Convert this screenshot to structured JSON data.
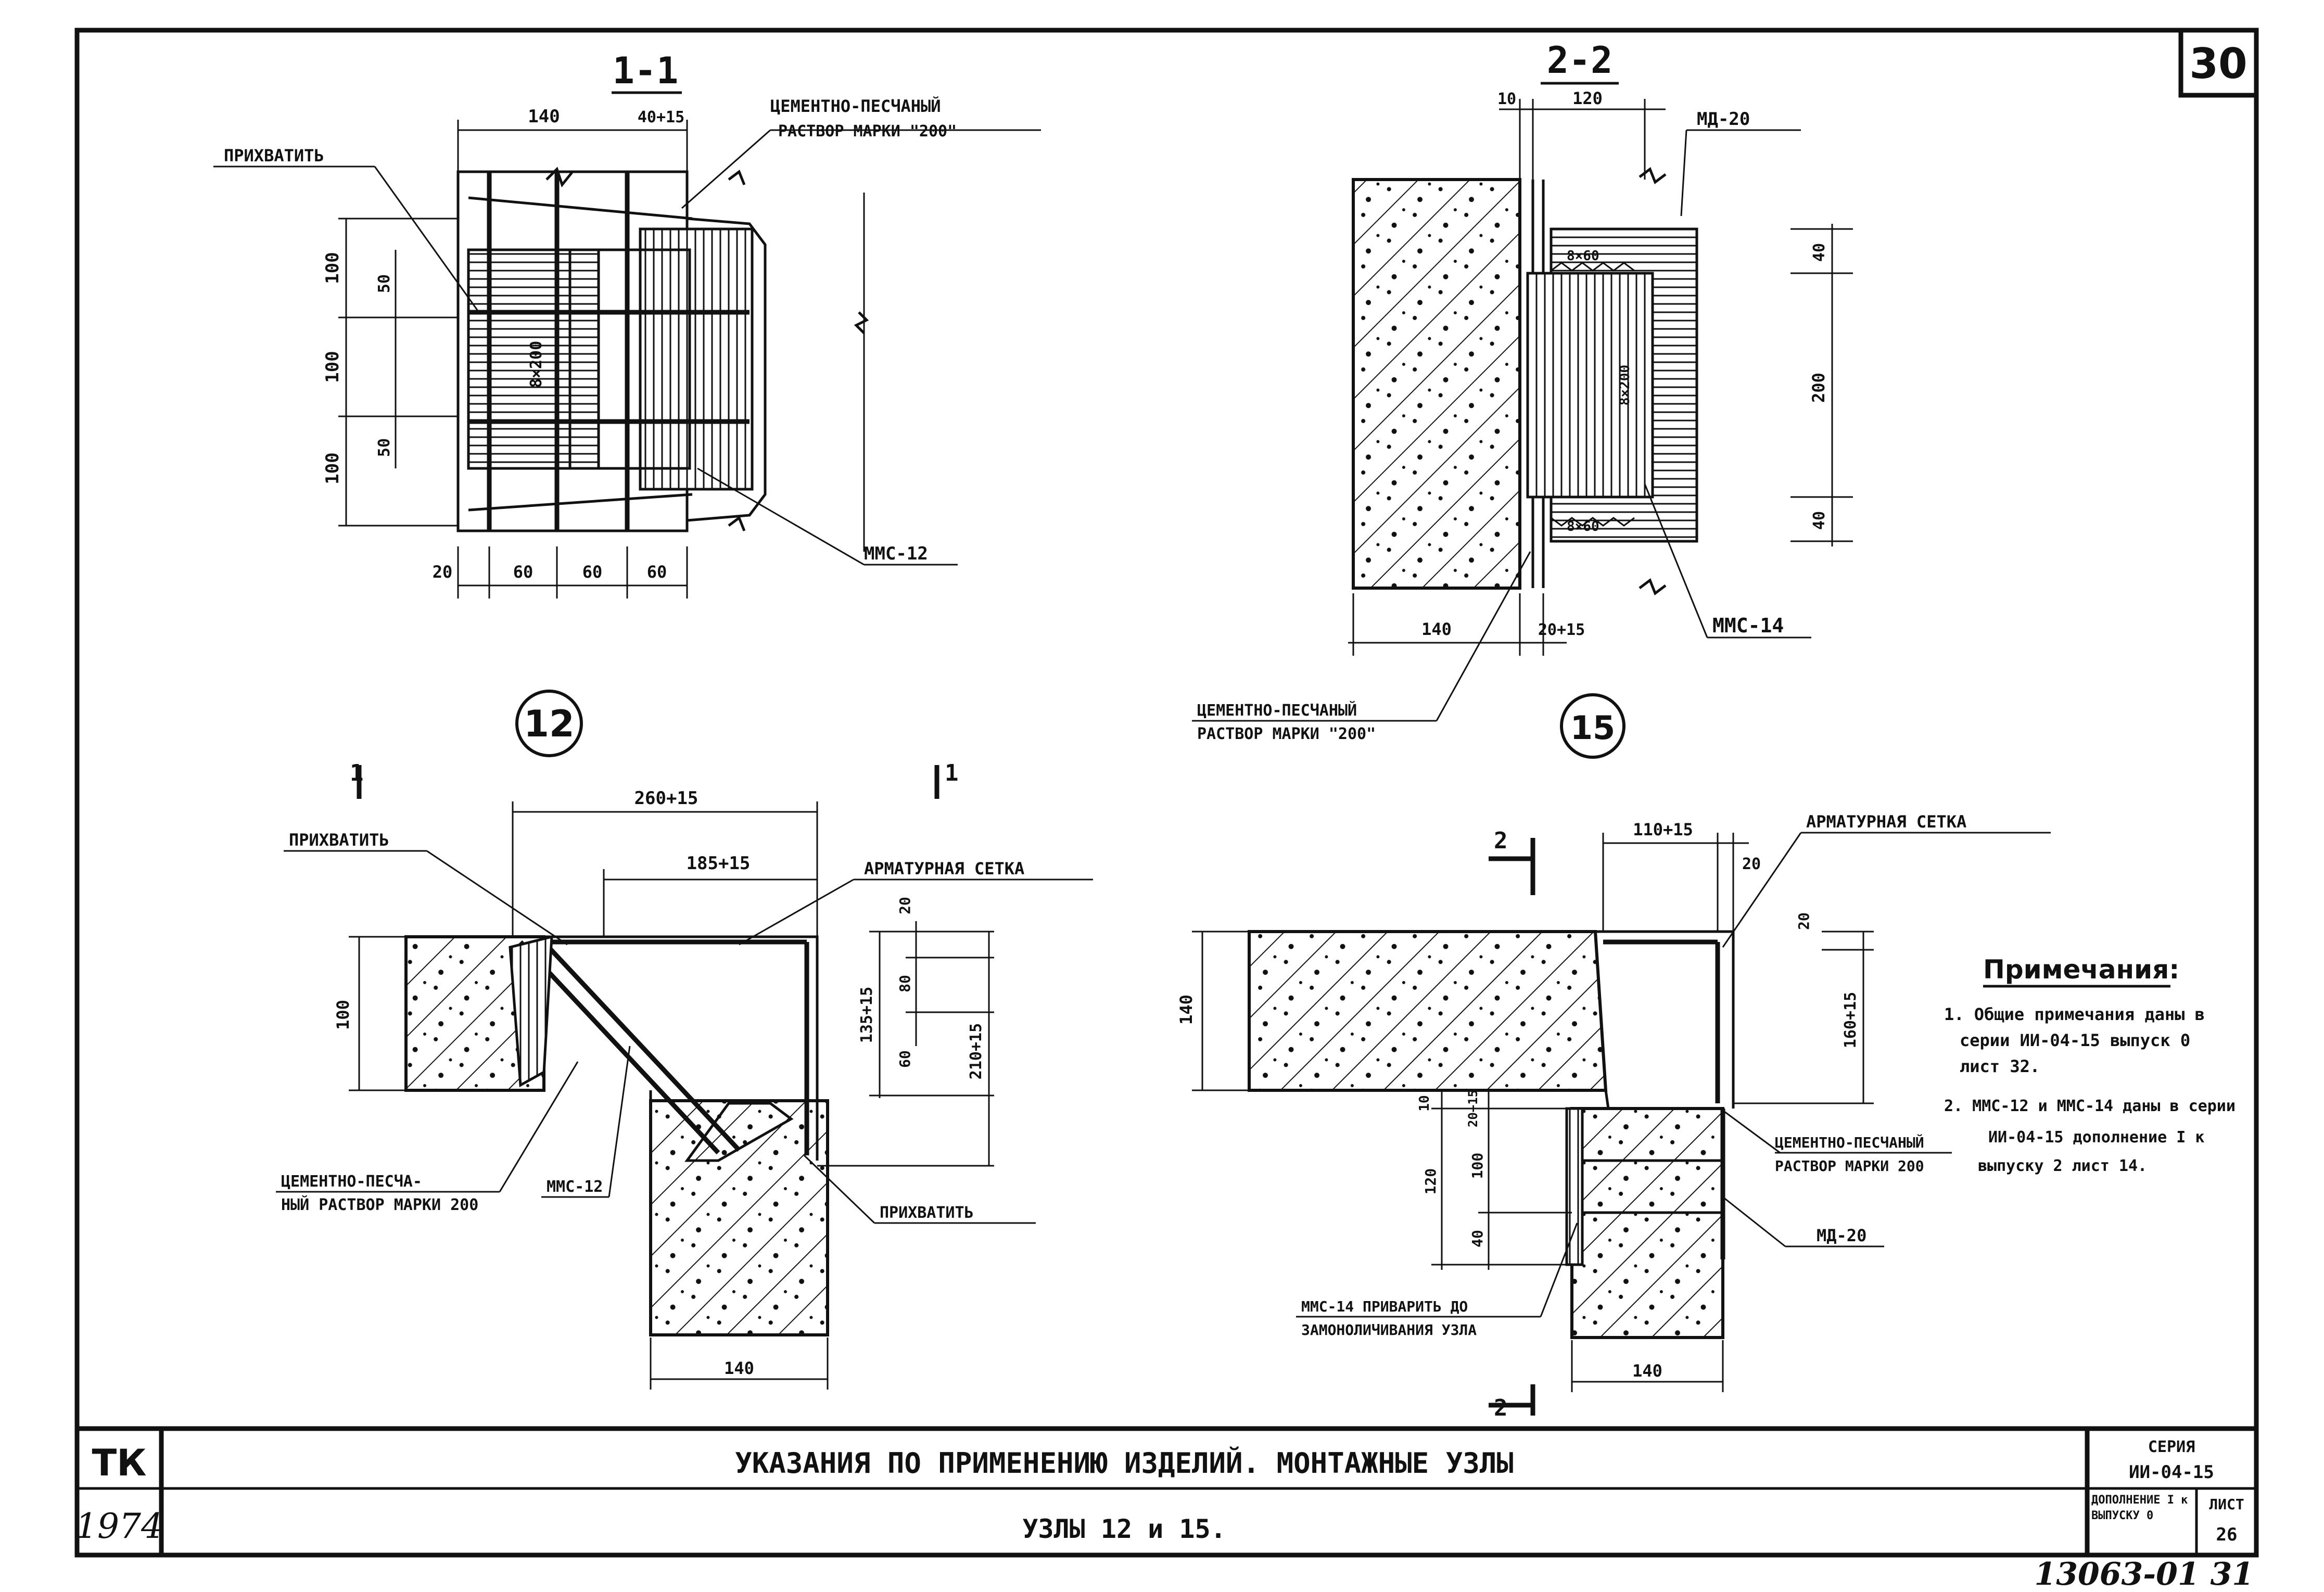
{
  "sheet_number": "30",
  "stamp": "13063-01   31",
  "title_block": {
    "org": "ТК",
    "year": "1974",
    "title": "УКАЗАНИЯ  ПО  ПРИМЕНЕНИЮ  ИЗДЕЛИЙ.  МОНТАЖНЫЕ  УЗЛЫ",
    "subtitle": "УЗЛЫ  12 и 15.",
    "series_label": "СЕРИЯ",
    "series_value": "ИИ-04-15",
    "addition_label": "ДОПОЛНЕНИЕ I к ВЫПУСКУ 0",
    "sheet_label": "ЛИСТ",
    "sheet_value": "26"
  },
  "section_1_1": {
    "title": "1-1",
    "label_cement": "ЦЕМЕНТНО-ПЕСЧАНЫЙ",
    "label_cement2": "РАСТВОР МАРКИ \"200\"",
    "label_weld": "ПРИХВАТИТЬ",
    "label_mesh": "ММС-12",
    "dim_top_a": "140",
    "dim_top_b": "40+15",
    "dim_v1": "100",
    "dim_v2": "100",
    "dim_v3": "100",
    "dim_v4": "50",
    "dim_v5": "50",
    "dim_h1": "20",
    "dim_h2": "60",
    "dim_h3": "60",
    "dim_h4": "60",
    "inner_label": "8×200"
  },
  "section_2_2": {
    "title": "2-2",
    "label_md": "МД-20",
    "label_mesh": "ММС-14",
    "label_cement": "ЦЕМЕНТНО-ПЕСЧАНЫЙ",
    "label_cement2": "РАСТВОР МАРКИ \"200\"",
    "dim_top_a": "10",
    "dim_top_b": "120",
    "dim_v1": "40",
    "dim_v2": "200",
    "dim_v3": "40",
    "dim_b1": "140",
    "dim_b2": "20+15",
    "inner_a": "8×60",
    "inner_b": "8×60",
    "inner_c": "8×200"
  },
  "node_12": {
    "number": "12",
    "cut_mark": "1",
    "label_weld_top": "ПРИХВАТИТЬ",
    "label_mesh": "АРМАТУРНАЯ  СЕТКА",
    "label_cement": "ЦЕМЕНТНО-ПЕСЧА-",
    "label_cement2": "НЫЙ РАСТВОР МАРКИ 200",
    "label_mmc": "ММС-12",
    "label_weld_bot": "ПРИХВАТИТЬ",
    "dim_top": "260+15",
    "dim_top2": "185+15",
    "dim_left": "100",
    "dim_r1": "135+15",
    "dim_r2": "20",
    "dim_r3": "80",
    "dim_r4": "60",
    "dim_r5": "210+15",
    "dim_bottom": "140"
  },
  "node_15": {
    "number": "15",
    "cut_mark": "2",
    "label_mesh": "АРМАТУРНАЯ  СЕТКА",
    "label_cement": "ЦЕМЕНТНО-ПЕСЧАНЫЙ",
    "label_cement2": "РАСТВОР МАРКИ 200",
    "label_md": "МД-20",
    "label_mmc": "ММС-14  ПРИВАРИТЬ ДО",
    "label_mmc2": "ЗАМОНОЛИЧИВАНИЯ  УЗЛА",
    "dim_top": "110+15",
    "dim_top2": "20",
    "dim_left": "140",
    "dim_r1": "20",
    "dim_r2": "160+15",
    "dim_mid_a": "10",
    "dim_mid_b": "100",
    "dim_mid_c": "40",
    "dim_mid_d": "120",
    "dim_mid_e": "20+15",
    "dim_bottom": "140"
  },
  "notes": {
    "heading": "Примечания:",
    "n1a": "1. Общие примечания даны в",
    "n1b": "серии ИИ-04-15 выпуск 0",
    "n1c": "лист 32.",
    "n2a": "2. ММС-12 и ММС-14 даны в серии",
    "n2b": "ИИ-04-15 дополнение I к",
    "n2c": "выпуску 2 лист 14."
  }
}
